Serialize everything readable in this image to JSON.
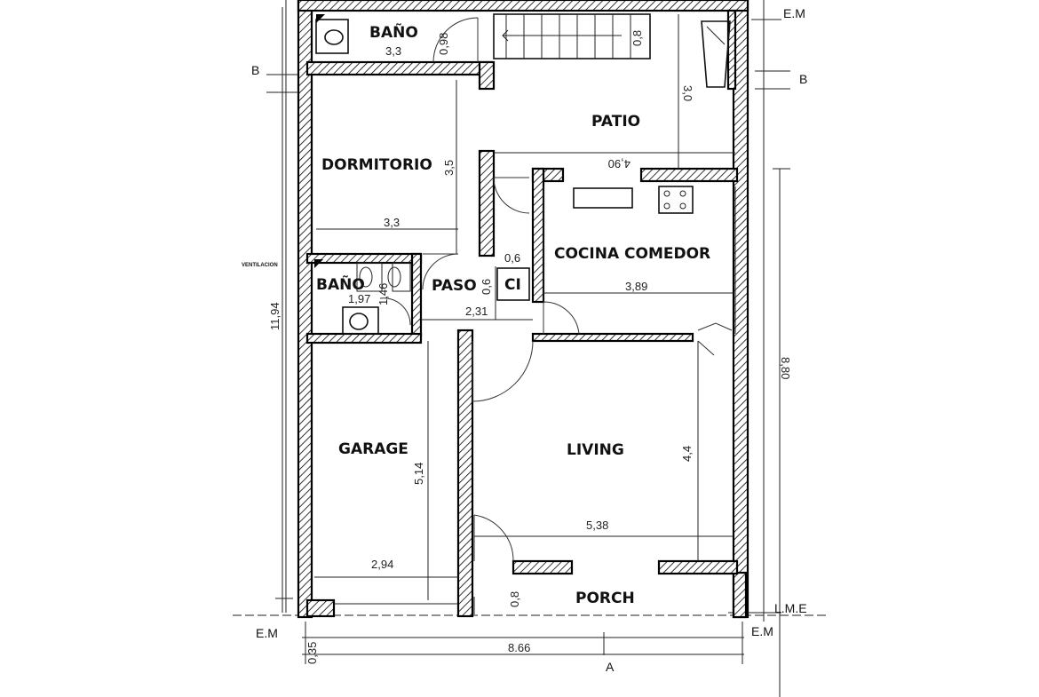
{
  "rooms": {
    "bano_top": "BAÑO",
    "patio": "PATIO",
    "dormitorio": "DORMITORIO",
    "bano_mid": "BAÑO",
    "paso": "PASO",
    "ci": "CI",
    "cocina": "COCINA COMEDOR",
    "garage": "GARAGE",
    "living": "LIVING",
    "porch": "PORCH",
    "ventilacion": "VENTILACION"
  },
  "dimensions": {
    "bano_top_w": "3,3",
    "bano_top_h": "0,98",
    "stair_h": "0,8",
    "patio_h": "3,0",
    "patio_w": "4,90",
    "dorm_h": "3,5",
    "dorm_w": "3,3",
    "ci_w": "0,6",
    "ci_h": "0,6",
    "bano_mid_w": "1,97",
    "bano_mid_h": "1,46",
    "paso_w": "2,31",
    "cocina_w": "3,89",
    "living_h": "4,4",
    "living_w": "5,38",
    "garage_h": "5,14",
    "garage_w": "2,94",
    "porch_h": "0,8",
    "total_h": "11,94",
    "right_h": "8,80",
    "setback": "0,35",
    "total_w": "8.66"
  },
  "markers": {
    "em_top": "E.M",
    "em_left": "E.M",
    "em_right": "E.M",
    "lme": "L.M.E",
    "b_left": "B",
    "b_right": "B",
    "a_bottom": "A"
  }
}
